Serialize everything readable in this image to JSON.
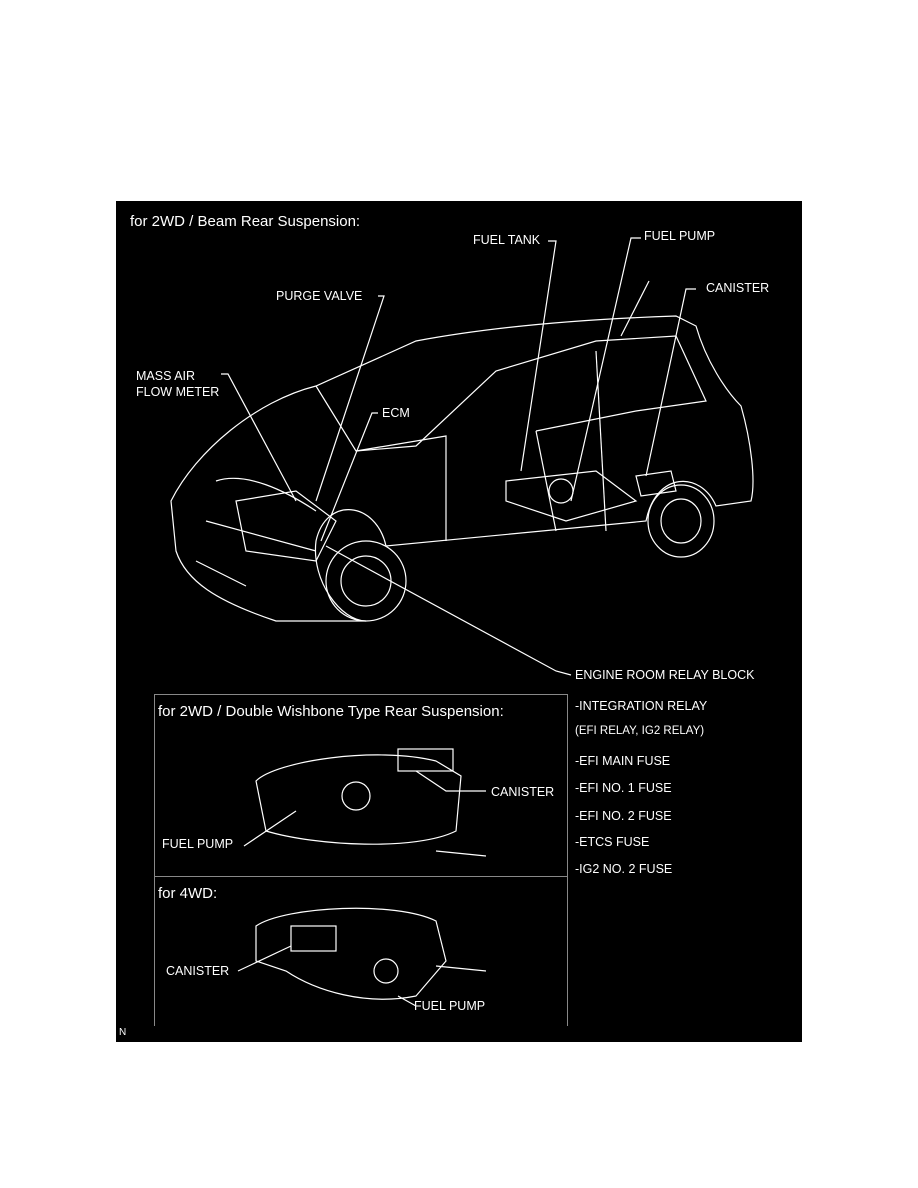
{
  "main": {
    "title": "for 2WD / Beam Rear Suspension:",
    "labels": {
      "fuel_tank": "FUEL TANK",
      "fuel_pump": "FUEL PUMP",
      "canister": "CANISTER",
      "purge_valve": "PURGE VALVE",
      "mass_air_1": "MASS AIR",
      "mass_air_2": "FLOW METER",
      "ecm": "ECM",
      "relay_block": "ENGINE ROOM RELAY BLOCK"
    },
    "relay_items": [
      "-INTEGRATION RELAY",
      "(EFI RELAY, IG2 RELAY)",
      "-EFI MAIN FUSE",
      "-EFI NO. 1 FUSE",
      "-EFI NO. 2 FUSE",
      "-ETCS FUSE",
      "-IG2 NO. 2 FUSE"
    ]
  },
  "inset_wishbone": {
    "title": "for 2WD / Double Wishbone Type Rear Suspension:",
    "canister": "CANISTER",
    "fuel_pump": "FUEL PUMP"
  },
  "inset_4wd": {
    "title": "for 4WD:",
    "canister": "CANISTER",
    "fuel_pump": "FUEL PUMP"
  },
  "corner_mark": "N"
}
